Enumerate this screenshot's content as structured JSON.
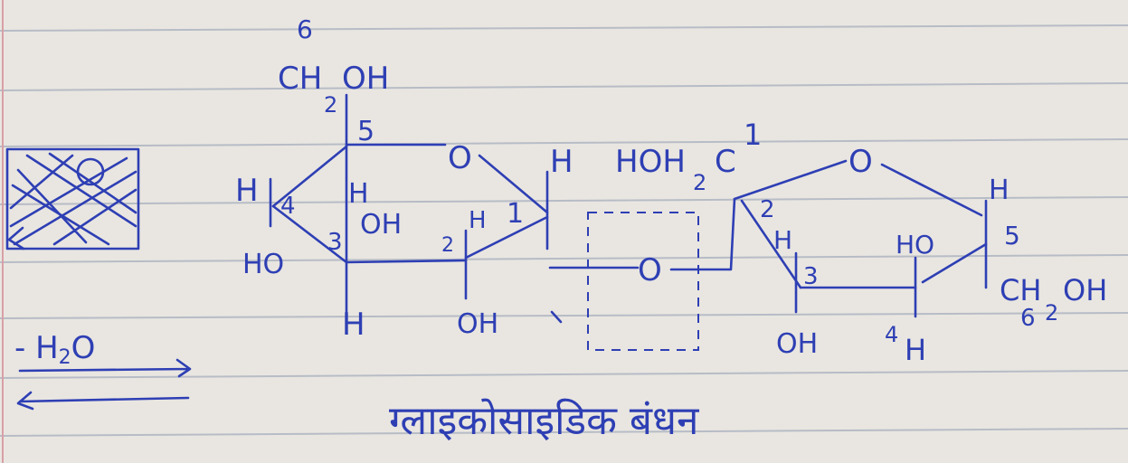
{
  "colors": {
    "paper": "#e9e6e1",
    "rule": "#b7bcc6",
    "margin": "#d9a0a6",
    "ink": "#2e3fb4"
  },
  "glucose_ring": {
    "c6_number": "6",
    "ch2oh": "CH",
    "ch2oh_sub": "2",
    "ch2oh_oh": "OH",
    "c5_number": "5",
    "ring_oxygen": "O",
    "c1_h": "H",
    "c4_h": "H",
    "c4_number": "4",
    "c5_h": "H",
    "c3_oh": "OH",
    "c3_number": "3",
    "c2_h": "H",
    "c2_number": "2",
    "c1_number": "1",
    "c4_ho": "HO",
    "c3_h": "H",
    "c2_oh": "OH"
  },
  "fructose_ring": {
    "hoh2c": "HOH",
    "hoh2c_sub": "2",
    "hoh2c_c": "C",
    "c1_number": "1",
    "ring_oxygen": "O",
    "c5_h": "H",
    "c2_number": "2",
    "c2_h": "H",
    "c3_number": "3",
    "c4_ho": "HO",
    "c5_number": "5",
    "ch2oh": "CH",
    "ch2oh_sub": "2",
    "ch2oh_oh": "OH",
    "c6_number": "6",
    "c3_oh": "OH",
    "c4_number": "4",
    "c4_h": "H"
  },
  "linkage": {
    "bridge_oxygen": "O"
  },
  "reaction": {
    "water_loss": "- H",
    "water_sub": "2",
    "water_o": "O"
  },
  "caption": "ग्लाइकोसाइडिक बंधन"
}
